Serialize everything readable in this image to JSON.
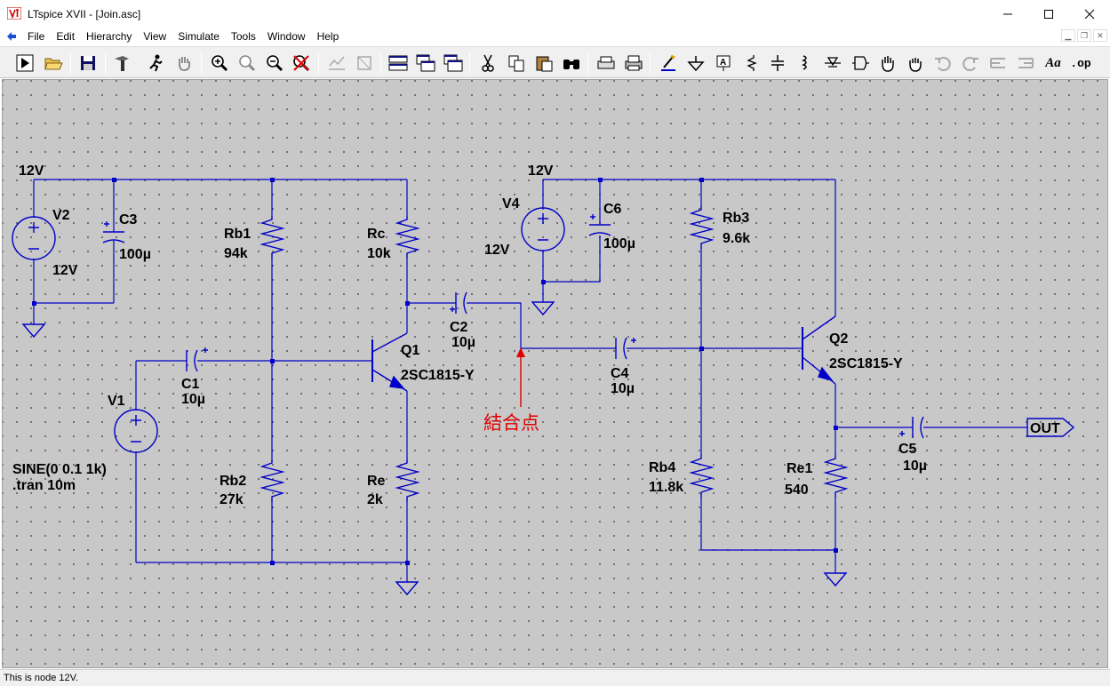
{
  "window": {
    "title": "LTspice XVII - [Join.asc]",
    "min_label": "—",
    "max_label": "☐",
    "close_label": "✕"
  },
  "menu": {
    "items": [
      "File",
      "Edit",
      "Hierarchy",
      "View",
      "Simulate",
      "Tools",
      "Window",
      "Help"
    ]
  },
  "toolbar": {
    "icons": [
      "run-icon",
      "open-icon",
      "save-icon",
      "control-panel-icon",
      "halt-icon",
      "pan-hand-icon",
      "zoom-in-icon",
      "zoom-full-icon",
      "zoom-out-icon",
      "zoom-cancel-icon",
      "autorange-icon",
      "mark-unmark-icon",
      "tile-horizontal-icon",
      "cascade-icon",
      "tile-vertical-icon",
      "cut-icon",
      "copy-icon",
      "paste-icon",
      "find-icon",
      "print-setup-icon",
      "print-icon",
      "draw-wire-icon",
      "ground-icon",
      "label-net-icon",
      "resistor-icon",
      "capacitor-icon",
      "inductor-icon",
      "diode-icon",
      "component-icon",
      "move-icon",
      "drag-icon",
      "undo-icon",
      "redo-icon",
      "rotate-icon",
      "mirror-icon",
      "text-icon",
      "spice-directive-icon"
    ],
    "text_tool": "Aa",
    "spice_directive": ".op"
  },
  "schematic": {
    "nets": {
      "vcc1": "12V",
      "vcc2": "12V",
      "out": "OUT"
    },
    "components": {
      "V2": {
        "name": "V2",
        "value": "12V"
      },
      "C3": {
        "name": "C3",
        "value": "100µ"
      },
      "Rb1": {
        "name": "Rb1",
        "value": "94k"
      },
      "Rc": {
        "name": "Rc",
        "value": "10k"
      },
      "V4": {
        "name": "V4",
        "value": "12V"
      },
      "C6": {
        "name": "C6",
        "value": "100µ"
      },
      "Rb3": {
        "name": "Rb3",
        "value": "9.6k"
      },
      "C2": {
        "name": "C2",
        "value": "10µ"
      },
      "Q1": {
        "name": "Q1",
        "value": "2SC1815-Y"
      },
      "Q2": {
        "name": "Q2",
        "value": "2SC1815-Y"
      },
      "C1": {
        "name": "C1",
        "value": "10µ"
      },
      "C4": {
        "name": "C4",
        "value": "10µ"
      },
      "V1": {
        "name": "V1",
        "value": "SINE(0 0.1 1k)"
      },
      "Rb2": {
        "name": "Rb2",
        "value": "27k"
      },
      "Re": {
        "name": "Re",
        "value": "2k"
      },
      "Rb4": {
        "name": "Rb4",
        "value": "11.8k"
      },
      "Re1": {
        "name": "Re1",
        "value": "540"
      },
      "C5": {
        "name": "C5",
        "value": "10µ"
      }
    },
    "directive": ".tran 10m",
    "annotation": "結合点",
    "colors": {
      "wire": "#0000c8",
      "annotation": "#e00000",
      "background": "#c8c8c8"
    }
  },
  "status": {
    "text": "This is node 12V."
  }
}
